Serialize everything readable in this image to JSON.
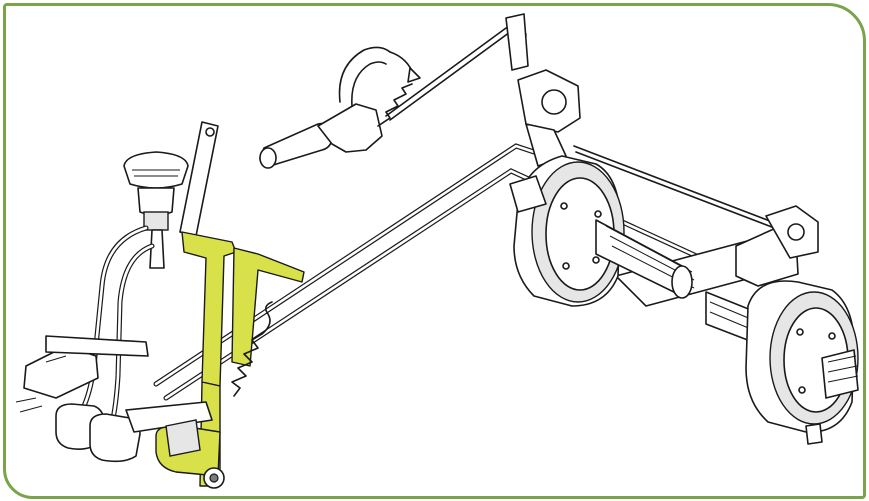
{
  "diagram": {
    "frame_color": "#7aa44a",
    "highlight_color": "#d8e04a",
    "line_color": "#1a1a1a",
    "parts": [
      "reservoir-cap",
      "brake-pedal",
      "clutch-pedal",
      "master-cylinder",
      "return-spring",
      "parking-brake-lever",
      "brake-line",
      "axle-housing",
      "brake-drum-left",
      "brake-drum-right",
      "splined-axle-shaft"
    ]
  }
}
